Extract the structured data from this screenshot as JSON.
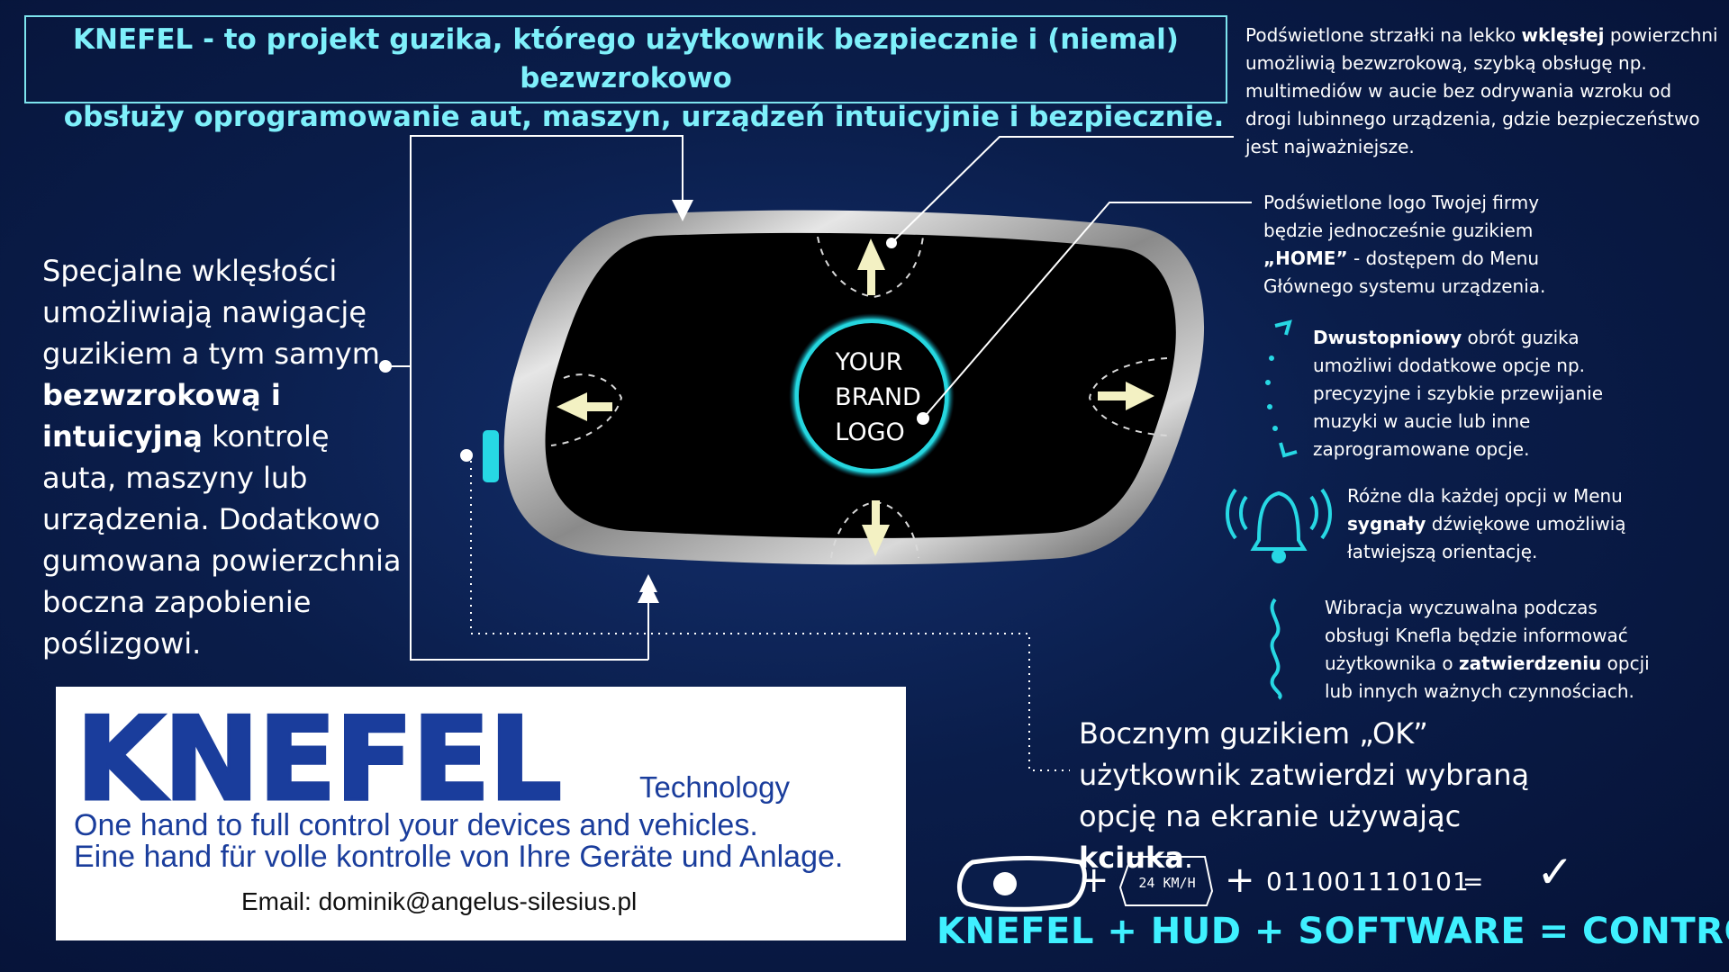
{
  "header": {
    "line1": "KNEFEL - to projekt guzika, którego użytkownik bezpiecznie i (niemal) bezwzrokowo",
    "line2": "obsłuży oprogramowanie aut, maszyn, urządzeń intuicyjnie i bezpiecznie."
  },
  "notes": {
    "concave": {
      "pre": "Podświetlone strzałki na lekko ",
      "bold": "wklęsłej",
      "post": " powierzchni umożliwią bezwzrokową, szybką obsługę np. multimediów w aucie bez odrywania wzroku od drogi lubinnego urządzenia, gdzie bezpieczeństwo jest najważniejsze."
    },
    "logo": {
      "pre": "Podświetlone logo Twojej firmy będzie jednocześnie guzikiem ",
      "bold": "„HOME”",
      "post": " - dostępem do Menu Głównego systemu urządzenia."
    },
    "rotation": {
      "bold": "Dwustopniowy",
      "post": " obrót guzika umożliwi dodatkowe opcje np. precyzyjne i szybkie przewijanie muzyki w aucie lub inne zaprogramowane opcje."
    },
    "sound": {
      "pre": "Różne dla każdej opcji w Menu ",
      "bold": "sygnały",
      "post": " dźwiękowe umożliwią łatwiejszą orientację."
    },
    "vibration": {
      "pre": "Wibracja wyczuwalna podczas obsługi Knefla będzie informować użytkownika o ",
      "bold": "zatwierdzeniu",
      "post": " opcji lub innych ważnych czynnościach."
    }
  },
  "left_text": {
    "pre": "Specjalne wklęsłości umożliwiają nawigację guzikiem a tym samym ",
    "bold": "bezwzrokową i intuicyjną",
    "post": " kontrolę auta, maszyny lub urządzenia. Dodatkowo gumowana powierzchnia boczna zapobienie poślizgowi."
  },
  "ok_text": {
    "pre": "Bocznym guzikiem „OK” użytkownik zatwierdzi wybraną opcję na ekranie używając ",
    "bold": "kciuka",
    "post": "."
  },
  "button": {
    "logo_line1": "YOUR",
    "logo_line2": "BRAND",
    "logo_line3": "LOGO"
  },
  "brand_panel": {
    "wordmark": "KNEFEL",
    "subtitle": "Technology",
    "slogan_en": "One hand to full control your devices and vehicles.",
    "slogan_de": "Eine hand für volle kontrolle von Ihre Geräte und Anlage.",
    "email": "Email: dominik@angelus-silesius.pl"
  },
  "formula": {
    "plus": "+",
    "hud_text": "24 KM/H",
    "binary": "011001110101",
    "equals": "=",
    "check": "✓",
    "text": "KNEFEL + HUD + SOFTWARE = CONTROLL"
  },
  "colors": {
    "background": "#0a1d4a",
    "accent": "#3ff0ff",
    "arrow": "#f3f1c3",
    "brand_blue": "#1a3d9c"
  }
}
